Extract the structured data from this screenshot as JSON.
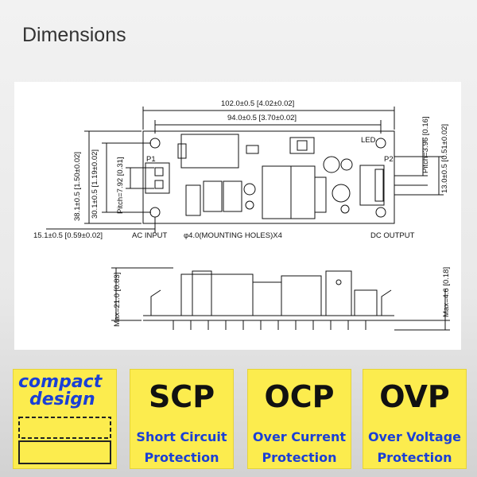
{
  "header": {
    "title": "Dimensions"
  },
  "drawing": {
    "dims": {
      "overall_width": "102.0±0.5 [4.02±0.02]",
      "hole_pitch_width": "94.0±0.5 [3.70±0.02]",
      "overall_height": "38.1±0.5 [1.50±0.02]",
      "hole_pitch_height": "30.1±0.5 [1.19±0.02]",
      "p1_pitch": "Pitch=7.92 [0.31]",
      "hole_offset": "15.1±0.5 [0.59±0.02]",
      "p2_pitch": "Pitch=3.96 [0.16]",
      "p2_offset": "13.0±0.5 [0.51±0.02]",
      "max_height": "Max=21.0 [0.83]",
      "pin_height": "Max=4.6 [0.18]"
    },
    "labels": {
      "p1": "P1",
      "p2": "P2",
      "led": "LED",
      "ac_input": "AC INPUT",
      "mounting_holes": "φ4.0(MOUNTING HOLES)X4",
      "dc_output": "DC OUTPUT"
    }
  },
  "features": [
    {
      "title": "compact",
      "title2": "design"
    },
    {
      "title": "SCP",
      "line1": "Short Circuit",
      "line2": "Protection"
    },
    {
      "title": "OCP",
      "line1": "Over Current",
      "line2": "Protection"
    },
    {
      "title": "OVP",
      "line1": "Over Voltage",
      "line2": "Protection"
    }
  ],
  "colors": {
    "badge": "#fcec4e",
    "badge_text": "#1a3fd6",
    "panel": "#ffffff"
  }
}
